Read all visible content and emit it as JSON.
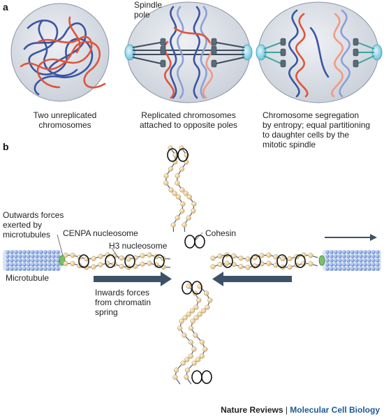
{
  "panels": {
    "a": "a",
    "b": "b"
  },
  "panel_a": {
    "spindle_pole_label_line1": "Spindle",
    "spindle_pole_label_line2": "pole",
    "caption1_line1": "Two unreplicated",
    "caption1_line2": "chromosomes",
    "caption2_line1": "Replicated chromosomes",
    "caption2_line2": "attached to opposite poles",
    "caption3_line1": "Chromosome segregation",
    "caption3_line2": "by entropy; equal partitioning",
    "caption3_line3": "to daughter cells by the",
    "caption3_line4": "mitotic spindle"
  },
  "panel_b": {
    "outwards_line1": "Outwards forces",
    "outwards_line2": "exerted by",
    "outwards_line3": "microtubules",
    "cenpa": "CENPA nucleosome",
    "h3": "H3 nucleosome",
    "cohesin": "Cohesin",
    "microtubule": "Microtubule",
    "inwards_line1": "Inwards forces",
    "inwards_line2": "from chromatin",
    "inwards_line3": "spring"
  },
  "credit": {
    "journal": "Nature Reviews",
    "separator": " | ",
    "subjournal": "Molecular Cell Biology"
  },
  "colors": {
    "blue_chromosome": "#3a55a0",
    "red_chromosome": "#e0543a",
    "cell_fill": "#d6dbe4",
    "pole": "#8fd3e8",
    "microtubule_dot": "#6f8fd0",
    "nucleosome": "#f0d9a8",
    "arrow": "#3d5266",
    "brand_blue": "#1d5a96"
  }
}
